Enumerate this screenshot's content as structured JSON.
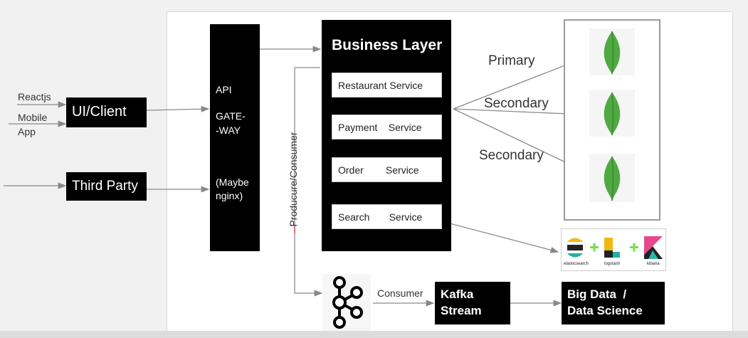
{
  "inputs": {
    "reactjs": "Reactjs",
    "mobile_line1": "Mobile",
    "mobile_line2": "App"
  },
  "boxes": {
    "ui_client": "UI/Client",
    "third_party": "Third Party",
    "api_line1": "API",
    "api_line2": "GATE-",
    "api_line3": "-WAY",
    "api_line4": "(Maybe",
    "api_line5": "nginx)",
    "business_layer": "Business Layer",
    "kafka_line1": "Kafka",
    "kafka_line2": "Stream",
    "bigdata_line1": "Big Data  /",
    "bigdata_line2": "Data Science"
  },
  "services": [
    "Restaurant Service",
    "Payment    Service",
    "Order        Service",
    "Search       Service"
  ],
  "edge_labels": {
    "primary": "Primary",
    "secondary_1": "Secondary",
    "secondary_2": "Secondary",
    "producer_consumer": "Producure/Consumer",
    "consumer": "Consumer"
  },
  "elk": {
    "elasticsearch": "elasticsearch",
    "logstash": "logstash",
    "kibana": "kibana"
  },
  "colors": {
    "mongo_leaf": "#4faa41",
    "mongo_leaf_dark": "#3f8f34",
    "elastic_yellow": "#f0b80f",
    "elastic_teal": "#23b0a3",
    "elastic_dark": "#222222",
    "kibana_pink": "#e8478b",
    "kibana_teal": "#2ab7a9",
    "plus_green": "#7ed957"
  }
}
